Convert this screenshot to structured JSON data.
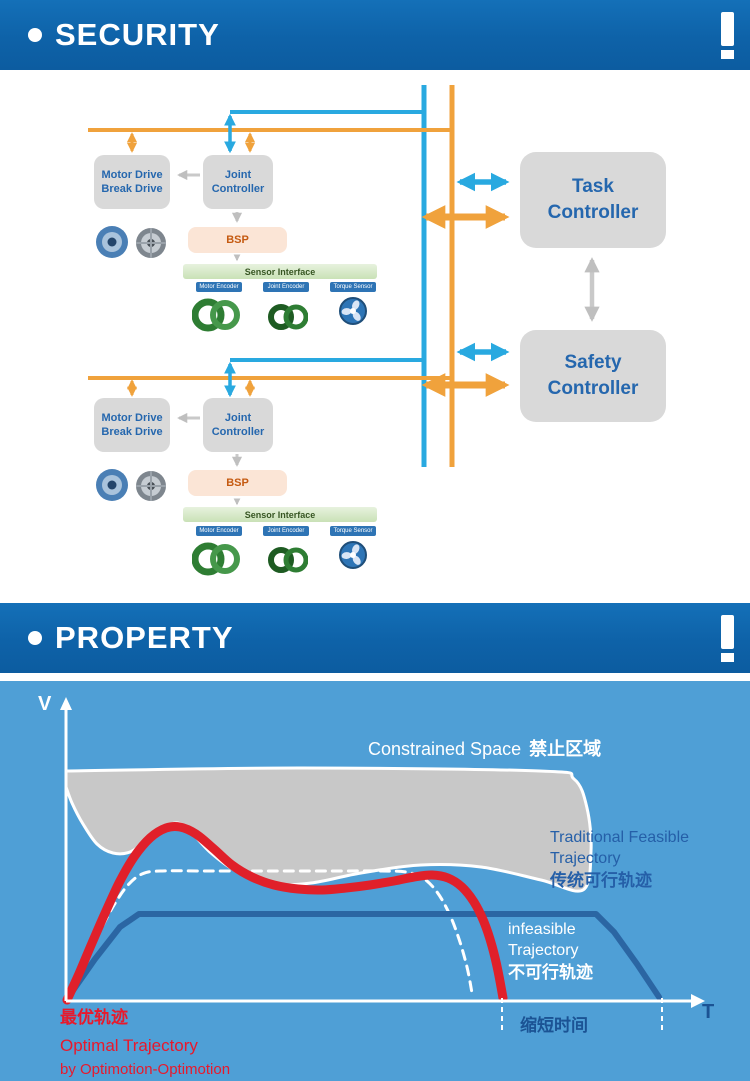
{
  "security": {
    "title": "SECURITY",
    "diagram": {
      "motor_drive_label": "Motor Drive\nBreak Drive",
      "joint_controller_label": "Joint\nController",
      "bsp_label": "BSP",
      "sensor_interface_label": "Sensor Interface",
      "sensor_tags": [
        "Motor Encoder",
        "Joint Encoder",
        "Torque Sensor"
      ],
      "task_controller_label": "Task\nController",
      "safety_controller_label": "Safety\nController"
    }
  },
  "property": {
    "title": "PROPERTY",
    "chart": {
      "type": "line",
      "ylabel": "V",
      "xlabel": "T",
      "grid": false,
      "legend_position": "inline-annotations",
      "labels": {
        "constrained_en": "Constrained Space",
        "constrained_cn": "禁止区域",
        "traditional_1": "Traditional Feasible",
        "traditional_2": "Trajectory",
        "traditional_3": "传统可行轨迹",
        "infeasible_1": "infeasible",
        "infeasible_2": "Trajectory",
        "infeasible_3": "不可行轨迹",
        "time_shortened": "缩短时间",
        "optimal_cn": "最优轨迹",
        "optimal_en": "Optimal Trajectory",
        "optimal_by": "by Optimotion-Optimotion"
      },
      "colors": {
        "panel_background": "#4F9FD6",
        "optimal_trajectory": "#E0202A",
        "infeasible_trajectory": "#2B66A3",
        "constrained_region": "#C8C8C8",
        "axis": "#FFFFFF",
        "time_text": "#1B5394"
      },
      "series": [
        {
          "name": "constrained-region",
          "kind": "area",
          "smooth": true,
          "closed": true,
          "fill": "#C8C8C8",
          "stroke": "#FFFFFF",
          "width": 3,
          "points": [
            [
              66,
              90
            ],
            [
              300,
              87
            ],
            [
              540,
              90
            ],
            [
              574,
              98
            ],
            [
              587,
              127
            ],
            [
              591,
              170
            ],
            [
              583,
              209
            ],
            [
              541,
              199
            ],
            [
              481,
              186
            ],
            [
              421,
              184
            ],
            [
              361,
              192
            ],
            [
              311,
              202
            ],
            [
              271,
              203
            ],
            [
              236,
              190
            ],
            [
              211,
              172
            ],
            [
              191,
              151
            ],
            [
              178,
              142
            ],
            [
              163,
              147
            ],
            [
              146,
              160
            ],
            [
              130,
              171
            ],
            [
              113,
              172
            ],
            [
              97,
              163
            ],
            [
              83,
              143
            ],
            [
              72,
              122
            ],
            [
              66,
              106
            ]
          ]
        },
        {
          "name": "dashed-feasible-trajectory",
          "kind": "line",
          "smooth": true,
          "stroke": "#FFFFFF",
          "width": 3,
          "dash": "9 7",
          "points": [
            [
              68,
              316
            ],
            [
              84,
              282
            ],
            [
              100,
              250
            ],
            [
              114,
              224
            ],
            [
              128,
              204
            ],
            [
              142,
              193
            ],
            [
              160,
              190
            ],
            [
              210,
              190
            ],
            [
              270,
              190
            ],
            [
              330,
              190
            ],
            [
              382,
              190
            ],
            [
              406,
              191
            ],
            [
              423,
              197
            ],
            [
              437,
              211
            ],
            [
              449,
              232
            ],
            [
              459,
              258
            ],
            [
              467,
              286
            ],
            [
              472,
              312
            ]
          ]
        },
        {
          "name": "infeasible-trajectory",
          "kind": "line",
          "smooth": false,
          "stroke": "#2B66A3",
          "width": 6,
          "points": [
            [
              67,
              318
            ],
            [
              95,
              278
            ],
            [
              120,
              246
            ],
            [
              139,
              233
            ],
            [
              300,
              233
            ],
            [
              460,
              233
            ],
            [
              596,
              233
            ],
            [
              614,
              251
            ],
            [
              637,
              283
            ],
            [
              659,
              316
            ]
          ]
        },
        {
          "name": "optimal-trajectory",
          "kind": "line",
          "smooth": true,
          "stroke": "#E0202A",
          "width": 9,
          "points": [
            [
              67,
              319
            ],
            [
              78,
              295
            ],
            [
              92,
              262
            ],
            [
              106,
              230
            ],
            [
              120,
              200
            ],
            [
              134,
              176
            ],
            [
              150,
              157
            ],
            [
              166,
              147
            ],
            [
              180,
              146
            ],
            [
              196,
              153
            ],
            [
              214,
              168
            ],
            [
              232,
              184
            ],
            [
              252,
              196
            ],
            [
              274,
              204
            ],
            [
              298,
              208
            ],
            [
              322,
              209
            ],
            [
              346,
              207
            ],
            [
              370,
              204
            ],
            [
              394,
              200
            ],
            [
              414,
              196
            ],
            [
              432,
              194
            ],
            [
              448,
              197
            ],
            [
              462,
              206
            ],
            [
              474,
              221
            ],
            [
              484,
              241
            ],
            [
              492,
              265
            ],
            [
              498,
              290
            ],
            [
              503,
              317
            ]
          ]
        }
      ]
    }
  }
}
